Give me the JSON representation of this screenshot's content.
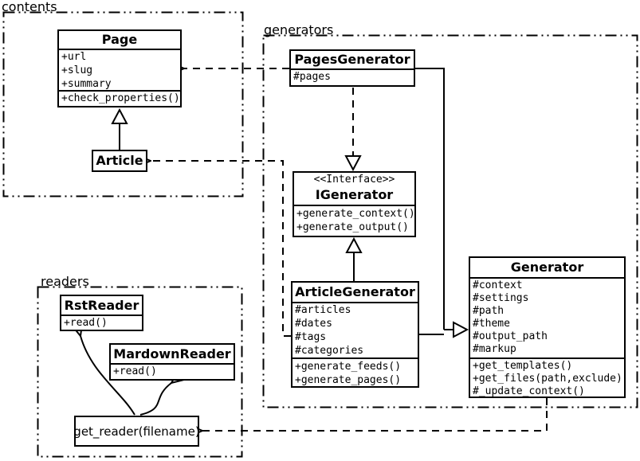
{
  "diagram_type": "uml-class-diagram",
  "colors": {
    "line": "#000000",
    "background": "#ffffff",
    "box_fill": "#ffffff",
    "text": "#000000"
  },
  "packages": {
    "contents": {
      "label": "contents"
    },
    "generators": {
      "label": "generators"
    },
    "readers": {
      "label": "readers"
    }
  },
  "classes": {
    "page": {
      "name": "Page",
      "attributes": [
        "+url",
        "+slug",
        "+summary"
      ],
      "methods": [
        "+check_properties()"
      ]
    },
    "article": {
      "name": "Article"
    },
    "pages_generator": {
      "name": "PagesGenerator",
      "attributes": [
        "#pages"
      ]
    },
    "igenerator": {
      "stereotype": "<<Interface>>",
      "name": "IGenerator",
      "methods": [
        "+generate_context()",
        "+generate_output()"
      ]
    },
    "article_generator": {
      "name": "ArticleGenerator",
      "attributes": [
        "#articles",
        "#dates",
        "#tags",
        "#categories"
      ],
      "methods": [
        "+generate_feeds()",
        "+generate_pages()"
      ]
    },
    "generator": {
      "name": "Generator",
      "attributes": [
        "#context",
        "#settings",
        "#path",
        "#theme",
        "#output_path",
        "#markup"
      ],
      "methods": [
        "+get_templates()",
        "+get_files(path,exclude)",
        "#_update_context()"
      ]
    },
    "rst_reader": {
      "name": "RstReader",
      "methods": [
        "+read()"
      ]
    },
    "mardown_reader": {
      "name": "MardownReader",
      "methods": [
        "+read()"
      ]
    },
    "get_reader": {
      "label": "get_reader(filename)"
    }
  },
  "relationships": [
    {
      "from": "Article",
      "to": "Page",
      "type": "inheritance"
    },
    {
      "from": "PagesGenerator",
      "to": "Page",
      "type": "dependency"
    },
    {
      "from": "ArticleGenerator",
      "to": "Article",
      "type": "dependency"
    },
    {
      "from": "PagesGenerator",
      "to": "IGenerator",
      "type": "realization"
    },
    {
      "from": "ArticleGenerator",
      "to": "IGenerator",
      "type": "inheritance"
    },
    {
      "from": "PagesGenerator",
      "to": "Generator",
      "type": "inheritance"
    },
    {
      "from": "ArticleGenerator",
      "to": "Generator",
      "type": "inheritance"
    },
    {
      "from": "Generator",
      "to": "get_reader(filename)",
      "type": "dependency"
    },
    {
      "from": "get_reader(filename)",
      "to": "RstReader",
      "type": "arrow"
    },
    {
      "from": "get_reader(filename)",
      "to": "MardownReader",
      "type": "arrow"
    }
  ]
}
